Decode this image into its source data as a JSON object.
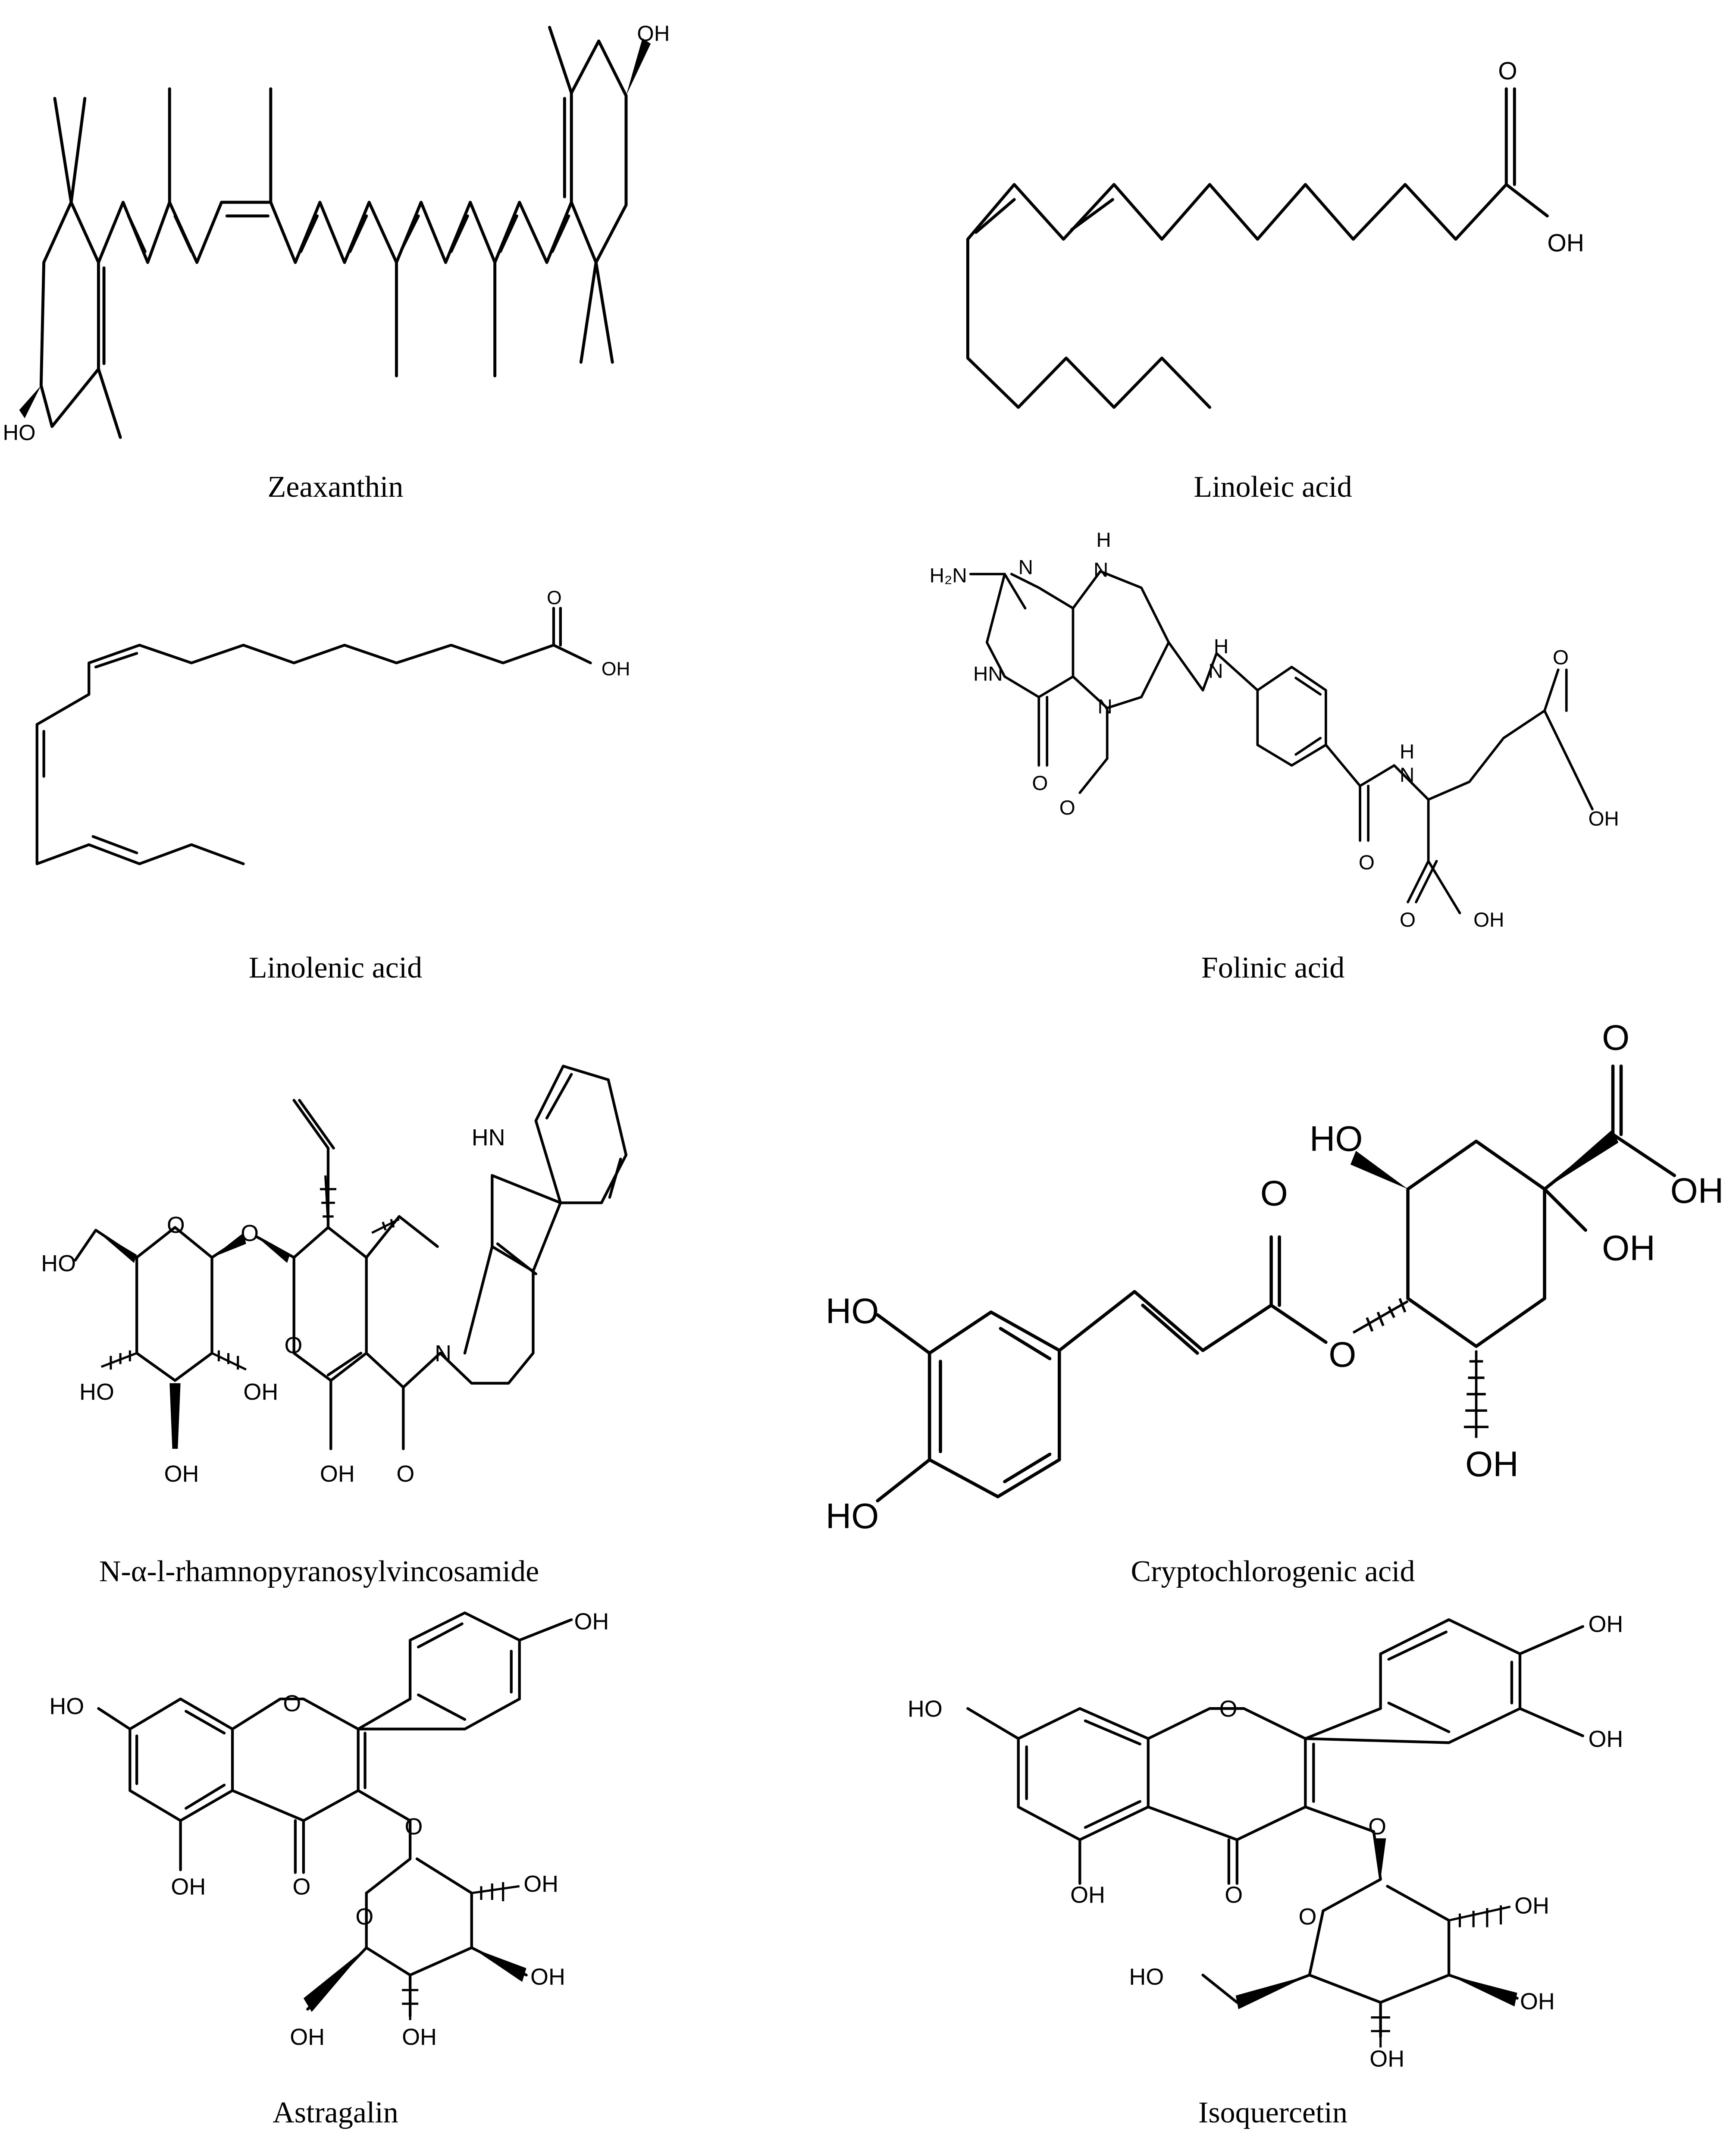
{
  "figure": {
    "compounds": [
      {
        "name": "Zeaxanthin"
      },
      {
        "name": "Linoleic acid"
      },
      {
        "name": "Linolenic acid"
      },
      {
        "name": "Folinic acid"
      },
      {
        "name": "N-α-l-rhamnopyranosylvincosamide"
      },
      {
        "name": "Cryptochlorogenic acid"
      },
      {
        "name": "Astragalin"
      },
      {
        "name": "Isoquercetin"
      }
    ],
    "atoms": {
      "OH": "OH",
      "HO": "HO",
      "O": "O",
      "N": "N",
      "H": "H",
      "HN": "HN",
      "NH": "NH",
      "H2N": "H₂N",
      "O_ring": "O"
    }
  }
}
